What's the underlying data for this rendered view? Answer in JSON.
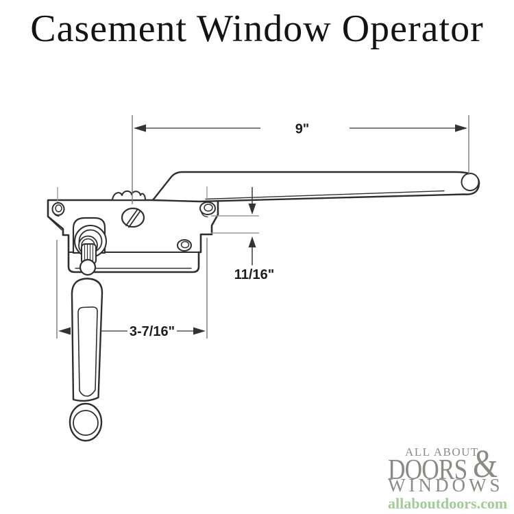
{
  "title": "Casement Window Operator",
  "diagram": {
    "description": "technical line drawing of a casement window crank operator, side view",
    "dimensions": {
      "arm_length": "9\"",
      "link_offset": "11/16\"",
      "hole_spacing": "3-7/16\""
    }
  },
  "logo": {
    "tagline_top": "ALL ABOUT",
    "word1": "DOORS",
    "ampersand": "&",
    "word2": "WINDOWS",
    "website": "allaboutdoors.com"
  },
  "colors": {
    "background": "#ffffff",
    "drawing_line": "#2e2e2e",
    "dimension_line": "#555555",
    "extension_line": "#999999",
    "title_text": "#141414",
    "logo_gray": "#8b8b86",
    "logo_green": "#a3cb9a"
  }
}
